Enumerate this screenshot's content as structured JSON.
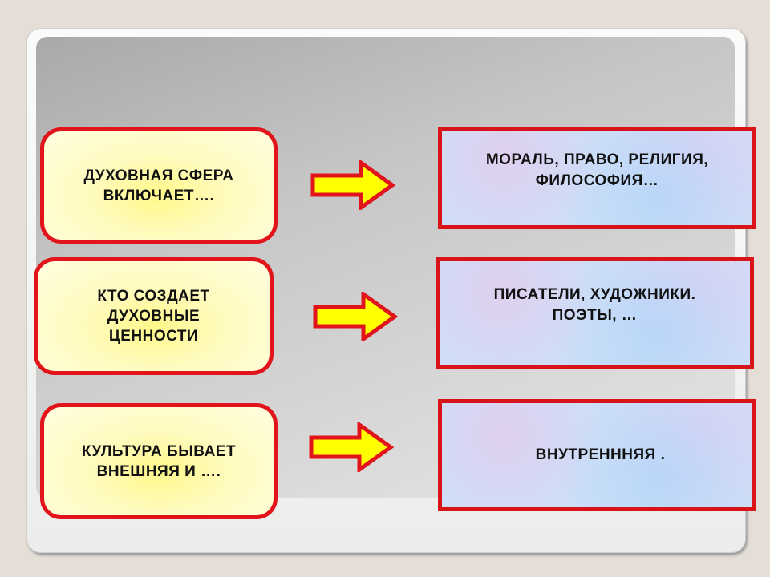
{
  "colors": {
    "border_red": "#e0141a",
    "arrow_fill": "#ffff00",
    "left_fill": "#fffbc0",
    "right_fill": "#cde0f7"
  },
  "rows": [
    {
      "question": "ДУХОВНАЯ СФЕРА\nВКЛЮЧАЕТ….",
      "answer": "МОРАЛЬ, ПРАВО,  РЕЛИГИЯ,\nФИЛОСОФИЯ…"
    },
    {
      "question": "КТО  СОЗДАЕТ\nДУХОВНЫЕ\nЦЕННОСТИ",
      "answer": "ПИСАТЕЛИ, ХУДОЖНИКИ.\nПОЭТЫ, …"
    },
    {
      "question": "КУЛЬТУРА БЫВАЕТ\nВНЕШНЯЯ И ….",
      "answer": "ВНУТРЕНННЯЯ  ."
    }
  ]
}
